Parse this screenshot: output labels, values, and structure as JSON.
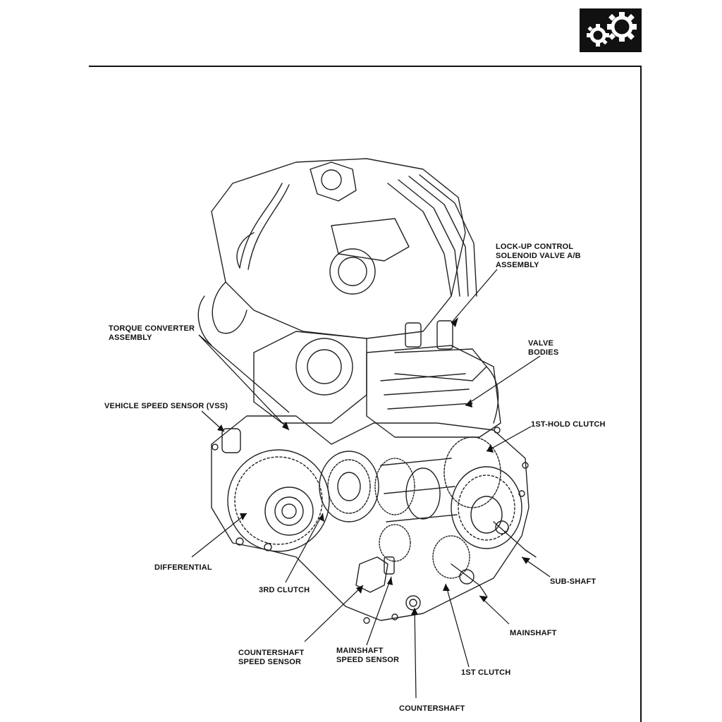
{
  "header": {
    "badge_icon": "gears-icon",
    "badge_color": "#111111"
  },
  "callouts": {
    "lock_up_control": "LOCK-UP CONTROL\nSOLENOID VALVE A/B\nASSEMBLY",
    "torque_converter": "TORQUE CONVERTER\nASSEMBLY",
    "valve_bodies": "VALVE\nBODIES",
    "vss": "VEHICLE SPEED SENSOR (VSS)",
    "first_hold_clutch": "1ST-HOLD CLUTCH",
    "differential": "DIFFERENTIAL",
    "third_clutch": "3RD CLUTCH",
    "sub_shaft": "SUB-SHAFT",
    "mainshaft": "MAINSHAFT",
    "countershaft_speed_sensor": "COUNTERSHAFT\nSPEED SENSOR",
    "mainshaft_speed_sensor": "MAINSHAFT\nSPEED SENSOR",
    "first_clutch": "1ST CLUTCH",
    "countershaft": "COUNTERSHAFT"
  }
}
